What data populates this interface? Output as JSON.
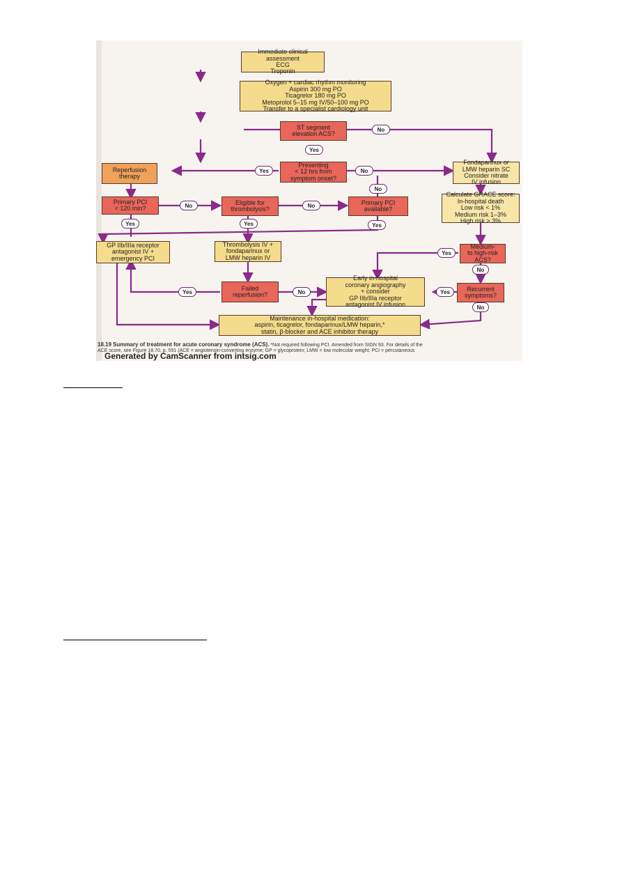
{
  "flowchart": {
    "assess": "Immediate clinical assessment\nECG\nTroponin",
    "initial_treatment": "Oxygen + cardiac rhythm monitoring\nAspirin 300 mg PO\nTicagrelor 180 mg PO\nMetoprolol 5–15 mg IV/50–100 mg PO\nTransfer to a specialist cardiology unit",
    "st_elevation": "ST segment\nelevation ACS?",
    "presenting": "Presenting\n< 12 hrs from\nsymptom onset?",
    "reperfusion_therapy": "Reperfusion\ntherapy",
    "primary_pci_time": "Primary PCI\n< 120 min?",
    "eligible_thrombolysis": "Eligible for\nthrombolysis?",
    "primary_pci_available": "Primary PCI\navailable?",
    "gp_emergency": "GP IIb/IIIa receptor\nantagonist IV +\nemergency PCI",
    "thrombolysis": "Thrombolysis IV +\nfondaparinux or\nLMW heparin IV",
    "failed_reperfusion": "Failed\nreperfusion?",
    "early_angiography": "Early in-hospital\ncoronary angiography\n+ consider\nGP IIb/IIIa receptor\nantagonist IV infusion",
    "maintenance": "Maintenance in-hospital medication:\naspirin, ticagrelor, fondaparinux/LMW heparin,*\nstatin, β-blocker and ACE inhibitor therapy",
    "fondaparinux": "Fondaparinux or\nLMW heparin SC\nConsider nitrate\nIV infusion",
    "grace": "Calculate GRACE score:\nIn-hospital death\nLow risk < 1%\nMedium risk 1–3%\nHigh risk > 3%",
    "medium_high": "Medium-\nto high-risk\nACS?",
    "recurrent": "Recurrent\nsymptoms?",
    "yes": "Yes",
    "no": "No"
  },
  "caption": {
    "fig_label": "18.19",
    "title": "Summary of treatment for acute coronary syndrome (ACS).",
    "line1": "*Not required following PCI. Amended from SIGN 93. For details of the",
    "line2": "ACE score, see Figure 18.70, p. 591 (ACE = angiotensin-converting enzyme; GP = glycoprotein; LMW = low molecular weight; PCI = percutaneous"
  },
  "watermark": "Generated by CamScanner from intsig.com",
  "colors": {
    "arrow": "#8a2a8a",
    "yellow": "#f5dc8c",
    "red": "#e8665a",
    "orange": "#f0a25a"
  }
}
